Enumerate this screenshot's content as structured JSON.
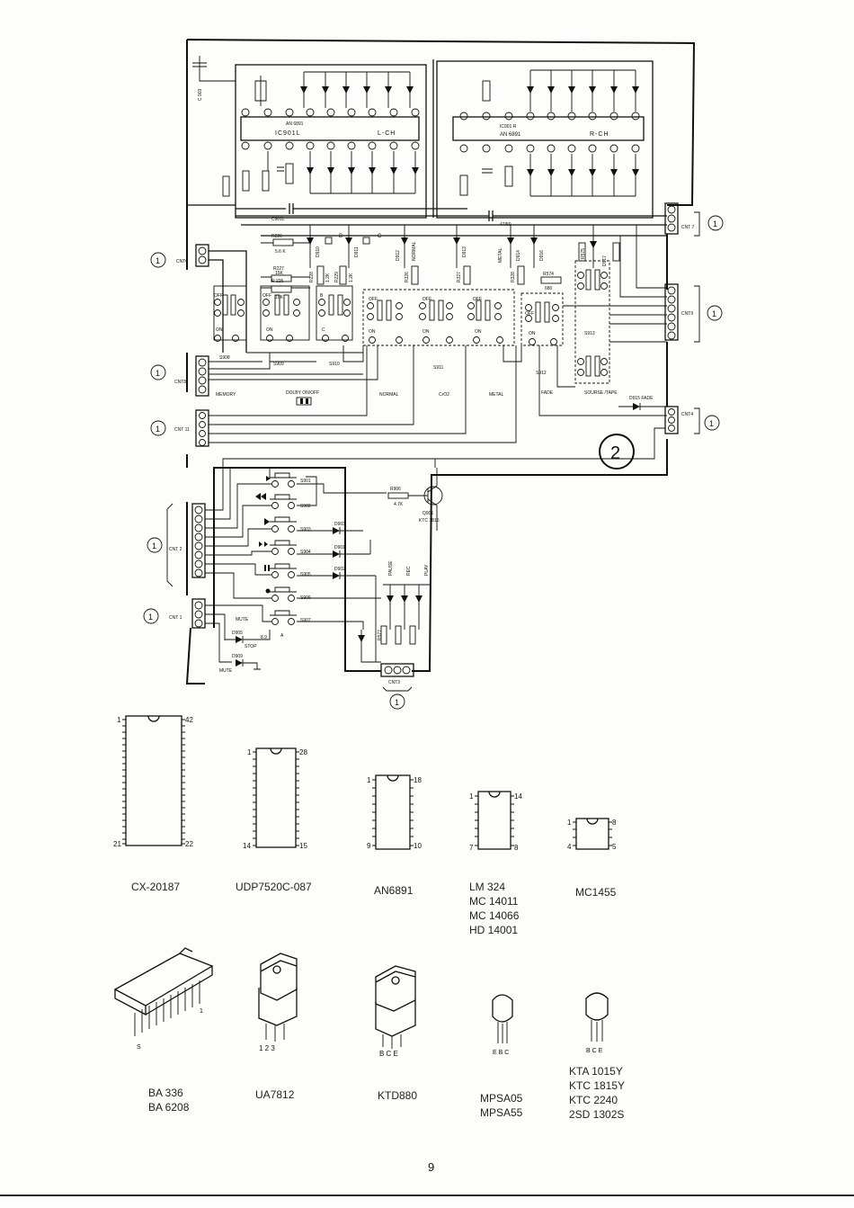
{
  "ic_main": {
    "left": {
      "label": "IC901L",
      "part": "AN 6891",
      "channel": "L-CH"
    },
    "right": {
      "label": "IC901 R",
      "part": "AN 6891",
      "channel": "R-CH"
    }
  },
  "connectors": {
    "cnt7": "CNT 7",
    "cnt6": "CNT6",
    "cnt8": "CNT8",
    "cnt9": "CNT9",
    "cnt11": "CNT 11",
    "cnt4": "CNT4",
    "cnt2": "CNT 2",
    "cnt1": "CNT 1",
    "cnt3": "CNT3",
    "ref": "1"
  },
  "switch_groups": {
    "s908": "S908",
    "s909": "S909",
    "s910": "S910",
    "s911": "S911",
    "s912": "S912",
    "s913": "S913"
  },
  "function_labels": {
    "memory": "MEMORY",
    "dolby": "DOLBY ON/OFF",
    "normal": "NORMAL",
    "cro2": "CrO2",
    "metal": "METAL",
    "fade": "FADE",
    "source_tape": "SOURSE /TAPE",
    "d915_fade": "D915 FADE"
  },
  "switch_states": {
    "off": "OFF",
    "on": "ON",
    "b": "B",
    "c": "C"
  },
  "components": {
    "r226": "R226",
    "r226v": "5.6 K",
    "r227": "R227",
    "r227v": "15K",
    "r225": "R 225",
    "r225v": "15K",
    "r228": "R228",
    "r229": "R229",
    "r326": "R326",
    "r327": "R327",
    "r328": "R328",
    "v12k": "1.2K",
    "r574": "R574",
    "r574v": "680",
    "r575": "R575",
    "c901l": "C901L",
    "c4750": "47/50",
    "c903": "C 903",
    "d910": "D910",
    "d911": "D911",
    "d912": "D912",
    "d913": "D913",
    "d914": "D914",
    "d916": "D916",
    "d917": "D917",
    "r906": "R906",
    "r906v": "4.7K",
    "q901": "Q901",
    "q901t": "KTC 1815",
    "mute": "MUTE",
    "stop": "STOP",
    "pause": "PAUSE",
    "rec": "REC",
    "play": "PLAY",
    "d905": "D905",
    "d909": "D909",
    "v89": "8.9",
    "va": "A",
    "s901": "S901",
    "s902": "S902",
    "s903": "S903",
    "s904": "S904",
    "s905": "S905",
    "s906": "S906",
    "s907": "S907",
    "d903": "D903",
    "d901": "D901",
    "d902": "D902",
    "r577": "R577"
  },
  "section_number": "2",
  "ic_packages": [
    {
      "name": "CX-20187",
      "pin_tl": "1",
      "pin_tr": "42",
      "pin_bl": "21",
      "pin_br": "22"
    },
    {
      "name": "UDP7520C-087",
      "pin_tl": "1",
      "pin_tr": "28",
      "pin_bl": "14",
      "pin_br": "15"
    },
    {
      "name": "AN6891",
      "pin_tl": "1",
      "pin_tr": "18",
      "pin_bl": "9",
      "pin_br": "10"
    },
    {
      "name": "LM 324\nMC 14011\nMC 14066\nHD 14001",
      "pin_tl": "1",
      "pin_tr": "14",
      "pin_bl": "7",
      "pin_br": "8"
    },
    {
      "name": "MC1455",
      "pin_tl": "1",
      "pin_tr": "8",
      "pin_bl": "4",
      "pin_br": "5"
    }
  ],
  "packages": [
    {
      "lines": [
        "BA 336",
        "BA 6208"
      ],
      "pin_a": "S",
      "pin_b": "1"
    },
    {
      "lines": [
        "UA7812"
      ],
      "pins": "1 2 3"
    },
    {
      "lines": [
        "KTD880"
      ],
      "pins": "B C E"
    },
    {
      "lines": [
        "MPSA05",
        "MPSA55"
      ],
      "pins": "E B C"
    },
    {
      "lines": [
        "KTA 1015Y",
        "KTC 1815Y",
        "KTC 2240",
        "2SD 1302S"
      ],
      "pins": "B C E"
    }
  ],
  "page_number": "9"
}
